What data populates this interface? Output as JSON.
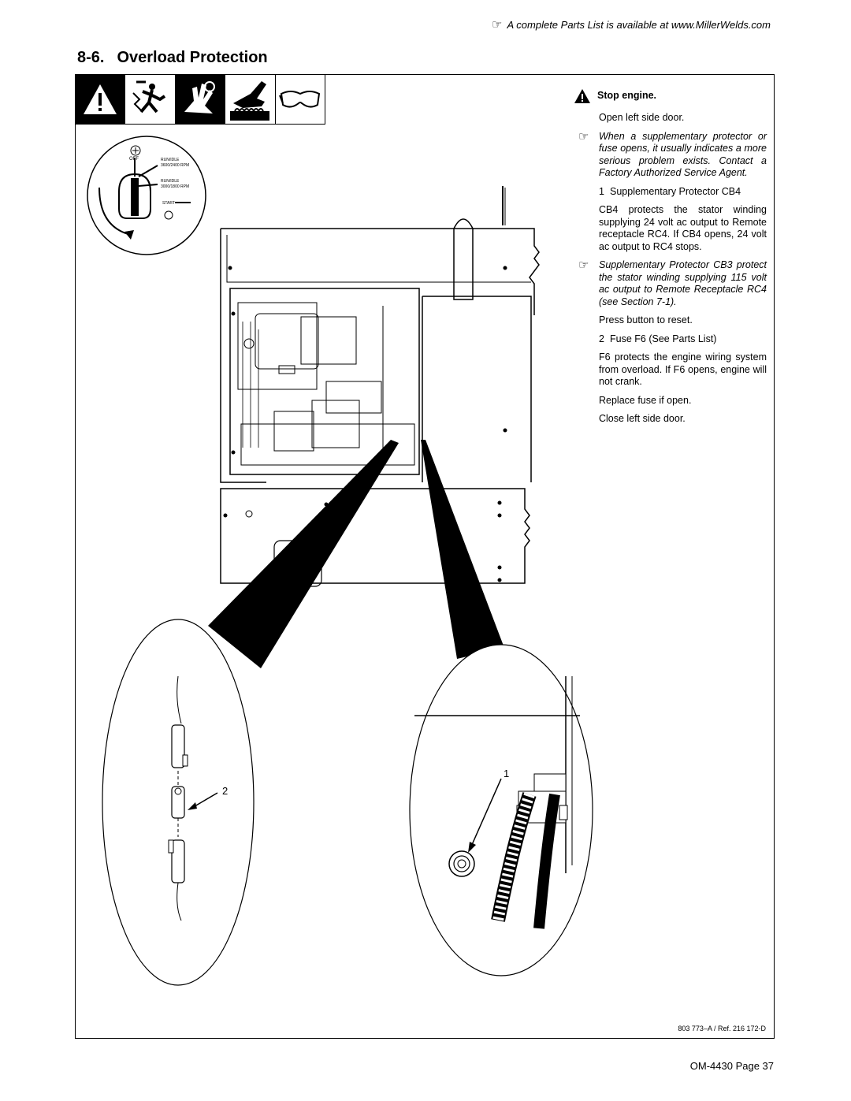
{
  "header": {
    "note_icon": "pointing-hand-icon",
    "note": "A complete Parts List is available at www.MillerWelds.com"
  },
  "section": {
    "number": "8-6.",
    "title": "Overload Protection"
  },
  "hazard_icons": [
    "warning-triangle-icon",
    "electric-shock-icon",
    "moving-parts-icon",
    "hot-parts-icon",
    "safety-glasses-icon"
  ],
  "instructions": {
    "warning": "Stop engine.",
    "step_open": "Open left side door.",
    "note1": "When a supplementary protector or fuse opens, it usually indicates a more serious problem exists. Contact a Factory Authorized Service Agent.",
    "item1_num": "1",
    "item1": "Supplementary Protector CB4",
    "para1": "CB4 protects the stator winding supplying 24 volt ac output to Remote receptacle RC4. If CB4 opens, 24 volt ac output to RC4 stops.",
    "note2": "Supplementary Protector CB3 protect the stator winding supplying 115 volt ac output to Remote Receptacle RC4 (see Section 7-1).",
    "step_reset": "Press button to reset.",
    "item2_num": "2",
    "item2": "Fuse F6 (See Parts List)",
    "para2": "F6 protects the engine wiring system from overload. If F6 opens, engine will not crank.",
    "step_replace": "Replace fuse if open.",
    "step_close": "Close left side door."
  },
  "switch_labels": {
    "off": "OFF",
    "run_idle_1": "RUN/IDLE",
    "rpm_1": "3600/2400 RPM",
    "run_idle_2": "RUN/IDLE",
    "rpm_2": "3000/1800 RPM",
    "start": "START"
  },
  "callouts": {
    "fuse": "2",
    "protector": "1"
  },
  "figure_ref": "803 773–A / Ref. 216 172-D",
  "footer": {
    "page": "OM-4430 Page 37"
  }
}
